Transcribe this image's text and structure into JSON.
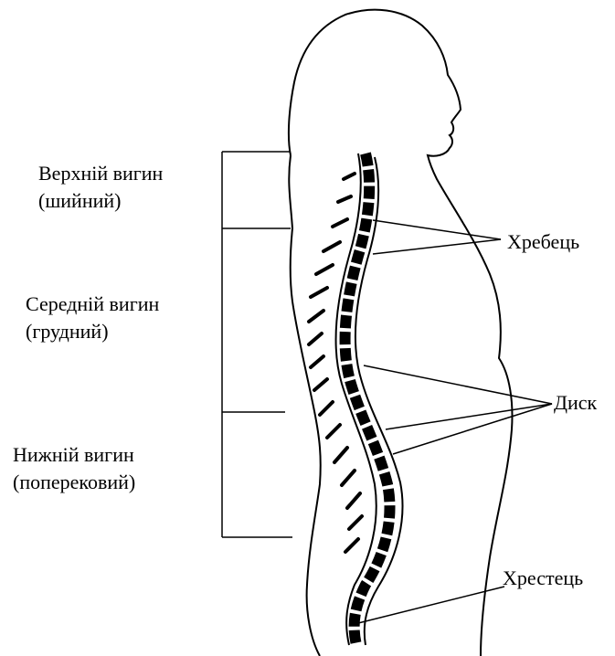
{
  "regions": {
    "upper": {
      "line1": "Верхній вигин",
      "line2": "(шийний)"
    },
    "middle": {
      "line1": "Середній вигин",
      "line2": "(грудний)"
    },
    "lower": {
      "line1": "Нижній вигин",
      "line2": "(поперековий)"
    }
  },
  "callouts": {
    "spine": "Хребець",
    "disc": "Диск",
    "sacrum": "Хрестець"
  }
}
